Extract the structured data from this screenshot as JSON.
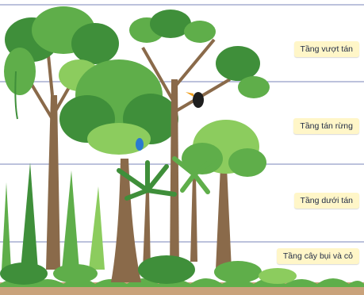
{
  "layers": [
    {
      "id": "emergent",
      "label": "Tầng vượt tán"
    },
    {
      "id": "canopy",
      "label": "Tầng tán rừng"
    },
    {
      "id": "understory",
      "label": "Tầng dưới tán"
    },
    {
      "id": "shrub",
      "label": "Tầng cây bụi và cỏ"
    }
  ],
  "colors": {
    "leaf_dark": "#3f8f3a",
    "leaf_mid": "#5fae4a",
    "leaf_light": "#8ccc5e",
    "trunk": "#8a6a4a",
    "divider": "#7a86b8",
    "label_bg": "#fff6c8",
    "ground": "#c9a27a"
  }
}
